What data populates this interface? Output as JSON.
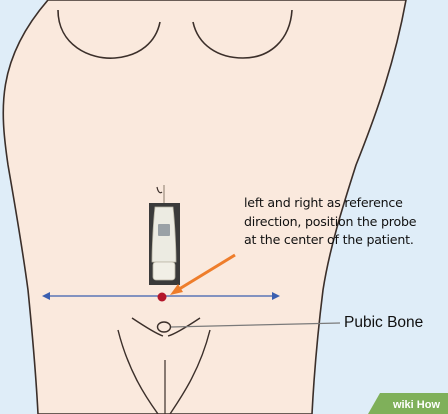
{
  "figure": {
    "annotation_lines": [
      "left and right as reference",
      "direction, position the probe",
      "at the center of the patient."
    ],
    "pubic_label": "Pubic Bone",
    "watermark": "wiki How"
  },
  "colors": {
    "background": "#dfedf8",
    "skin": "#fae9dd",
    "outline": "#3b2f2a",
    "reference_line": "#3a5fb0",
    "center_dot": "#b3162a",
    "arrow": "#ee7d2b",
    "probe": "#e7e4d6",
    "watermark": "#7fb05a"
  },
  "icons": [
    "ultrasound-probe-icon",
    "center-dot-icon",
    "arrow-icon"
  ]
}
